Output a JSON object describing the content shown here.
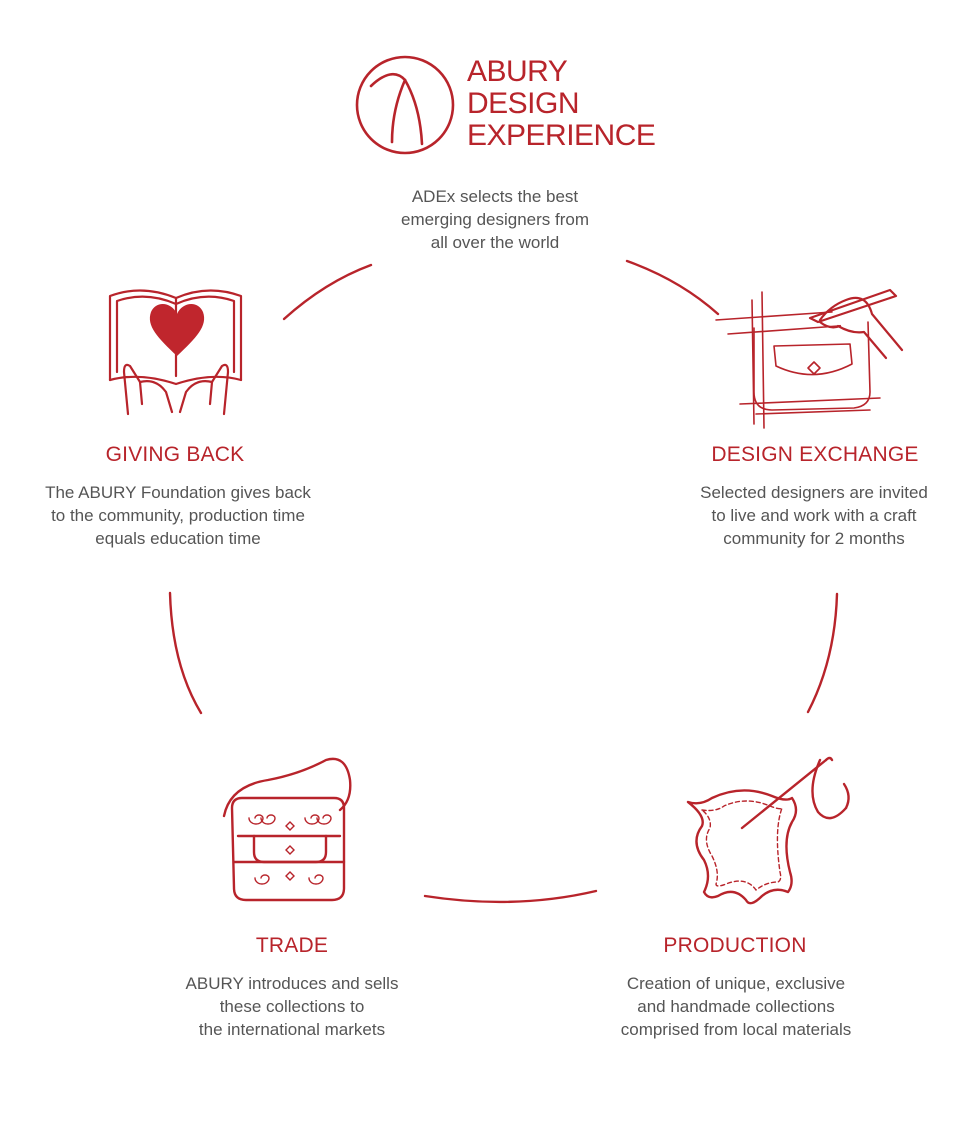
{
  "brand": {
    "name_lines": [
      "ABURY",
      "DESIGN",
      "EXPERIENCE"
    ],
    "accent_color": "#b8242b",
    "text_color": "#555555"
  },
  "intro": {
    "lines": [
      "ADEx selects  the best",
      "emerging designers from",
      "all over the world"
    ]
  },
  "steps": {
    "design_exchange": {
      "icon": "sketch-hand-icon",
      "title": "DESIGN EXCHANGE",
      "lines": [
        "Selected designers are invited",
        "to live and work with a craft",
        "community for 2 months"
      ]
    },
    "production": {
      "icon": "leather-needle-icon",
      "title": "PRODUCTION",
      "lines": [
        "Creation of unique, exclusive",
        "and handmade collections",
        "comprised from local materials"
      ]
    },
    "trade": {
      "icon": "handbag-icon",
      "title": "TRADE",
      "lines": [
        "ABURY introduces and sells",
        "these collections to",
        "the international markets"
      ]
    },
    "giving_back": {
      "icon": "book-heart-hands-icon",
      "title": "GIVING BACK",
      "lines": [
        "The ABURY Foundation gives back",
        "to the community, production time",
        "equals education time"
      ]
    }
  }
}
